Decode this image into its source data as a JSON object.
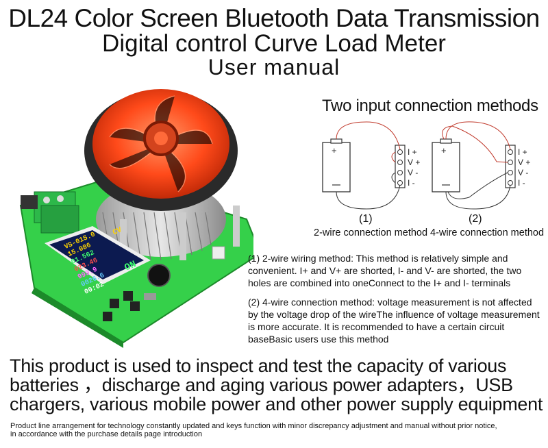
{
  "title": {
    "line1": "DL24 Color Screen Bluetooth Data Transmission",
    "line2": "Digital control Curve Load Meter",
    "line3": "User manual"
  },
  "connection": {
    "heading": "Two input connection methods",
    "terminal_labels": [
      "I +",
      "V +",
      "V -",
      "I -"
    ],
    "method1": {
      "number": "(1)",
      "caption": "2-wire connection method"
    },
    "method2": {
      "number": "(2)",
      "caption": "4-wire connection method"
    }
  },
  "descriptions": {
    "d1": "(1) 2-wire wiring method: This method is relatively simple and convenient. I+ and V+ are shorted, I- and V- are shorted, the two holes are combined into oneConnect to the I+ and I- terminals",
    "d2": "(2) 4-wire connection method: voltage measurement is not affected by the voltage drop of the wireThe influence of voltage measurement is more accurate. It is recommended to have a certain circuit baseBasic users use this method"
  },
  "product_screen": {
    "lines": [
      "VS-015.0",
      "15.086",
      "01.562",
      "023.46",
      "999.9",
      "0026.6",
      "00:02"
    ],
    "mode": "CV",
    "status": "ON"
  },
  "main_statement": "This product is used to inspect and test the capacity of various batteries ，discharge and aging various power adapters，USB chargers, various mobile power and other power supply equipment",
  "footnote": {
    "line1": "Product line arrangement for technology constantly updated and keys function with minor discrepancy adjustment and manual without prior notice,",
    "line2": "in accordance with the purchase details page introduction"
  },
  "colors": {
    "fan": "#ff5a2a",
    "pcb": "#2ecc40",
    "wire": "#c0392b",
    "screen_bg": "#102060"
  }
}
